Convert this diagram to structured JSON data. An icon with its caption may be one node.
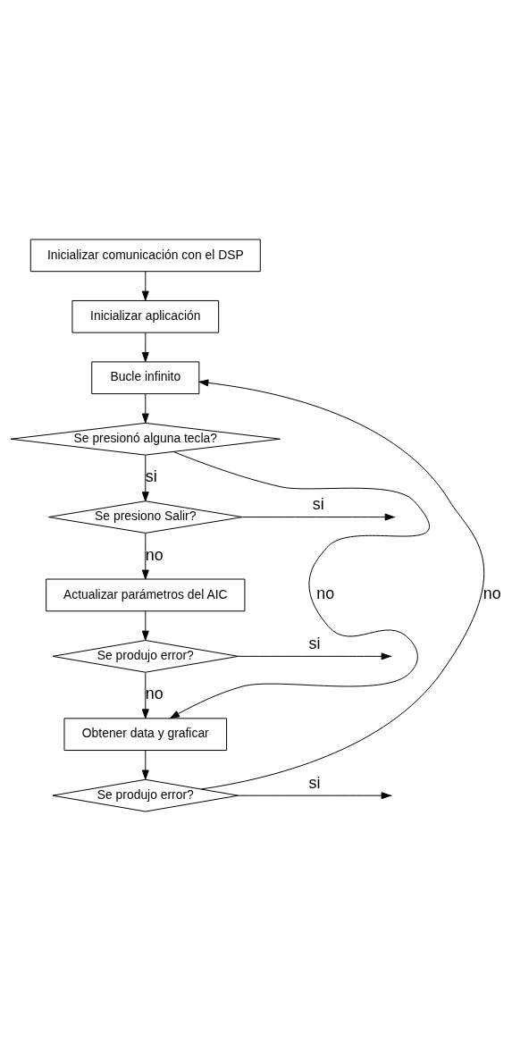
{
  "diagram": {
    "nodes": [
      {
        "text": [
          "Inicializar comunicación con el DSP"
        ]
      },
      {
        "text": [
          "Inicializar aplicación"
        ]
      },
      {
        "text": [
          "Bucle infinito"
        ]
      },
      {
        "text": [
          "Se presionó alguna tecla?"
        ]
      },
      {
        "text": [
          "Se presiono Salir?"
        ]
      },
      {
        "text": [
          "Actualizar parámetros del AIC"
        ]
      },
      {
        "text": [
          "Se produjo error?"
        ]
      },
      {
        "text": [
          "Obtener data y graficar"
        ]
      },
      {
        "text": [
          "Se produjo error?"
        ]
      }
    ],
    "edges": [
      {
        "from": 0,
        "to": 1,
        "arrow": "to"
      },
      {
        "from": 1,
        "to": 2,
        "arrow": "to"
      },
      {
        "from": 2,
        "to": 3,
        "arrow": "to"
      },
      {
        "from": 3,
        "to": 4,
        "arrow": "to",
        "label": "si"
      },
      {
        "from": 3,
        "to": 7,
        "arrow": "to",
        "label": "no"
      },
      {
        "from": 4,
        "to": null,
        "arrow": "to",
        "label": "si"
      },
      {
        "from": 4,
        "to": 5,
        "arrow": "to",
        "label": "no"
      },
      {
        "from": 5,
        "to": 6,
        "arrow": "to"
      },
      {
        "from": 6,
        "to": null,
        "arrow": "to",
        "label": "si"
      },
      {
        "from": 6,
        "to": 7,
        "arrow": "to",
        "label": "no"
      },
      {
        "from": 7,
        "to": 8,
        "arrow": "to"
      },
      {
        "from": 8,
        "to": 2,
        "arrow": "to",
        "label": "no"
      },
      {
        "from": 8,
        "to": null,
        "arrow": "to",
        "label": "si"
      }
    ]
  }
}
